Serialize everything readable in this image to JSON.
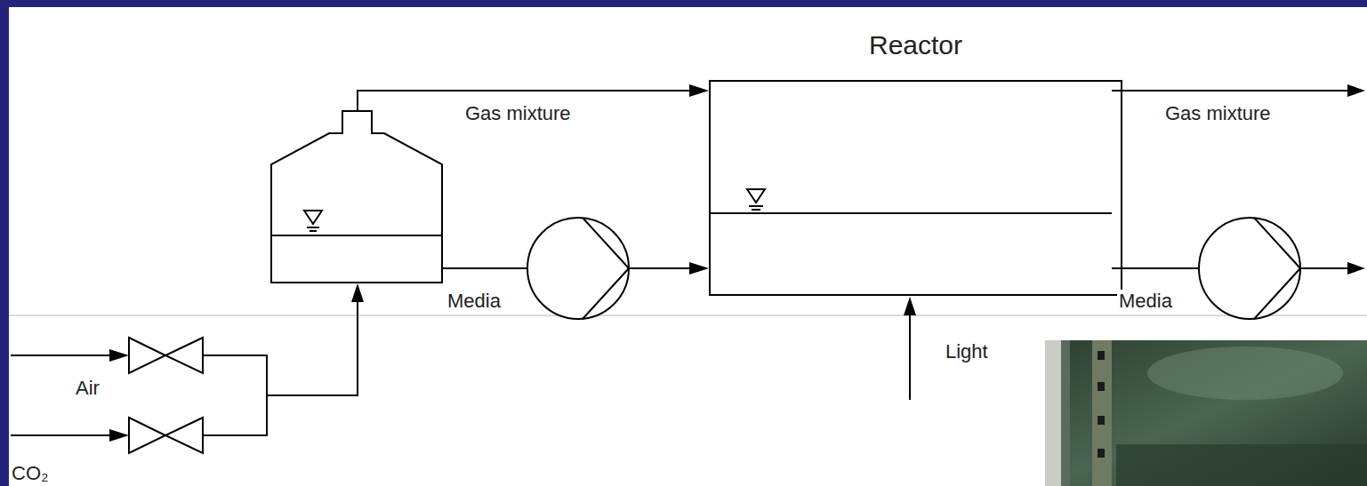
{
  "diagram": {
    "nodes": [
      {
        "text": [
          "Reactor"
        ]
      }
    ],
    "labels": [
      "Gas mixture",
      "Gas mixture",
      "Media",
      "Media",
      "Light",
      "Air",
      "CO₂"
    ]
  }
}
